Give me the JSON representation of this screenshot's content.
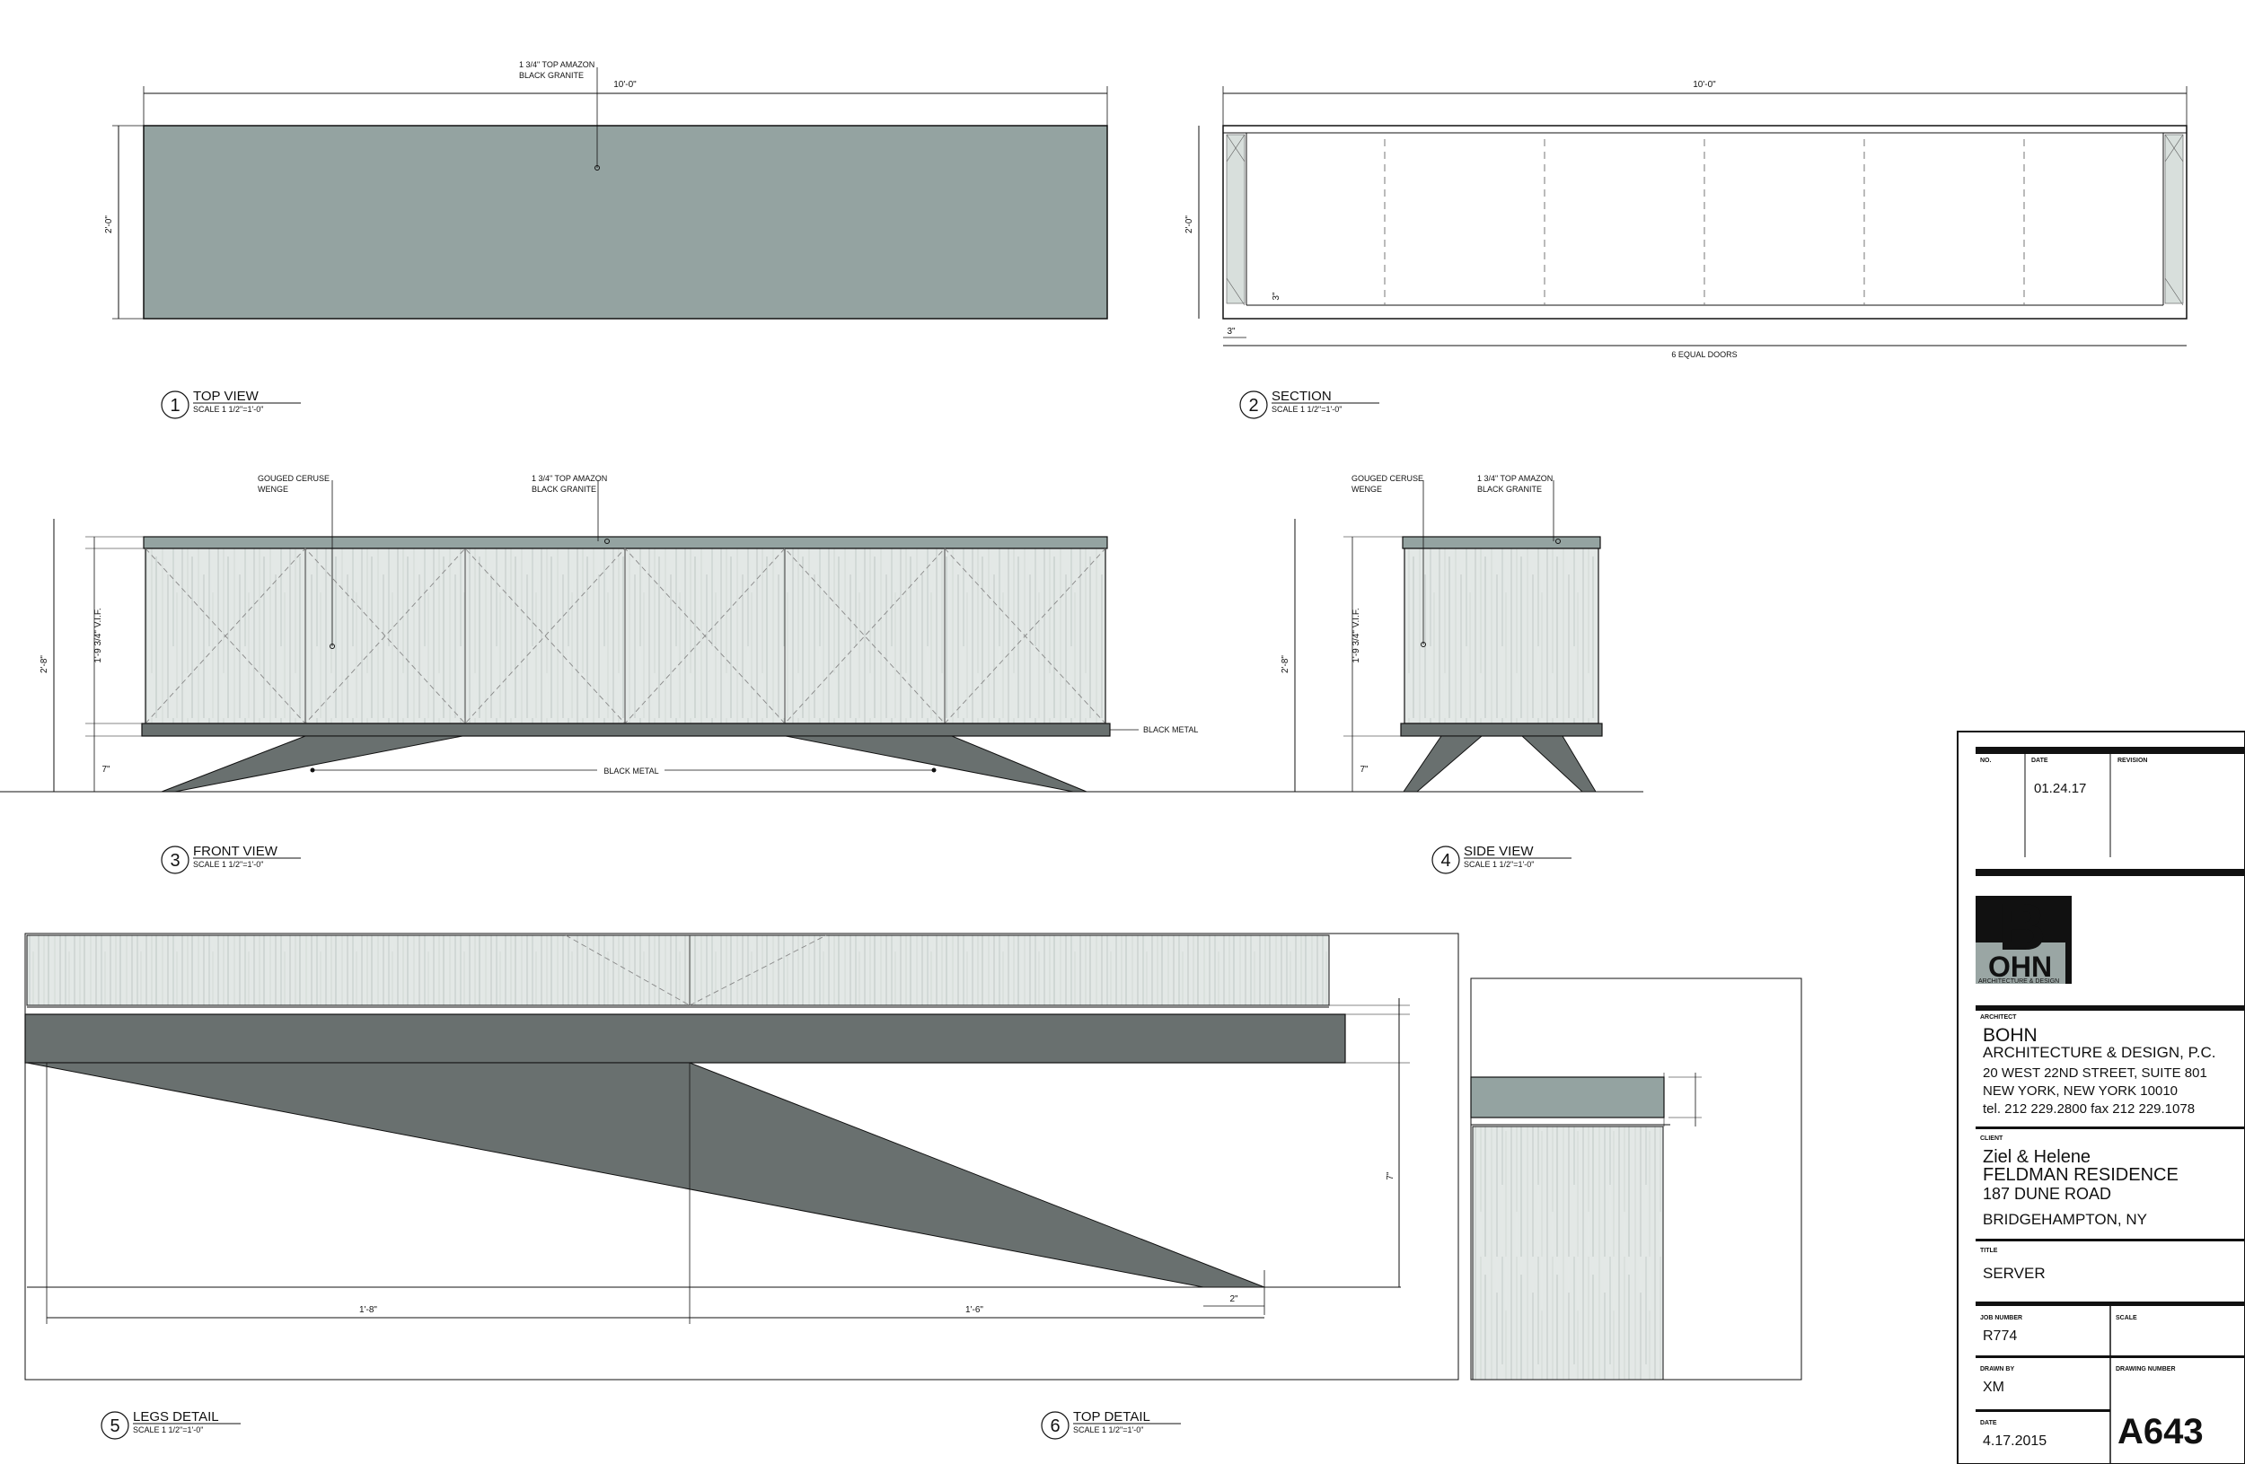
{
  "views": [
    {
      "num": "1",
      "title": "TOP VIEW",
      "scale": "SCALE 1 1/2\"=1'-0\""
    },
    {
      "num": "2",
      "title": "SECTION",
      "scale": "SCALE 1 1/2\"=1'-0\""
    },
    {
      "num": "3",
      "title": "FRONT VIEW",
      "scale": "SCALE 1 1/2\"=1'-0\""
    },
    {
      "num": "4",
      "title": "SIDE VIEW",
      "scale": "SCALE 1 1/2\"=1'-0\""
    },
    {
      "num": "5",
      "title": "LEGS DETAIL",
      "scale": "SCALE 1 1/2\"=1'-0\""
    },
    {
      "num": "6",
      "title": "TOP DETAIL",
      "scale": "SCALE 1 1/2\"=1'-0\""
    }
  ],
  "notes": {
    "top_line1": "1 3/4\" TOP AMAZON",
    "top_line2": "BLACK GRANITE",
    "gouged_line1": "GOUGED CERUSE",
    "gouged_line2": "WENGE",
    "black_metal": "BLACK METAL"
  },
  "dims": {
    "ten_ft": "10'-0\"",
    "two_ft": "2'-0\"",
    "three_in": "3\"",
    "six_doors": "6 EQUAL DOORS",
    "height": "2'-8\"",
    "vif": "1'-9 3/4\" V.I.F.",
    "seven_in": "7\"",
    "two_in": "2\"",
    "one_eight": "1'-8\"",
    "one_six": "1'-6\""
  },
  "title_block": {
    "no_label": "NO.",
    "date_label": "DATE",
    "revision_label": "REVISION",
    "revision_date": "01.24.17",
    "logo_letter": "B",
    "logo_ohn": "OHN",
    "logo_sub": "ARCHITECTURE & DESIGN",
    "architect_label": "ARCHITECT",
    "architect_name": "BOHN",
    "architect_line": "ARCHITECTURE & DESIGN, P.C.",
    "address1": "20 WEST 22ND STREET, SUITE 801",
    "address2": "NEW YORK, NEW YORK 10010",
    "phone": "tel. 212 229.2800 fax 212 229.1078",
    "client_label": "CLIENT",
    "client1": "Ziel & Helene",
    "client2": "FELDMAN RESIDENCE",
    "client3": "187 DUNE ROAD",
    "client4": "BRIDGEHAMPTON, NY",
    "title_label": "TITLE",
    "title_value": "SERVER",
    "job_label": "JOB NUMBER",
    "job_value": "R774",
    "scale_label": "SCALE",
    "drawn_label": "DRAWN BY",
    "drawn_value": "XM",
    "drawing_label": "DRAWING NUMBER",
    "drawing_value": "A643",
    "date_label2": "DATE",
    "date_value": "4.17.2015"
  },
  "colors": {
    "granite_top": "#94a3a1",
    "metal": "#69706f",
    "wood": "#e3e8e6",
    "line": "#111111"
  }
}
